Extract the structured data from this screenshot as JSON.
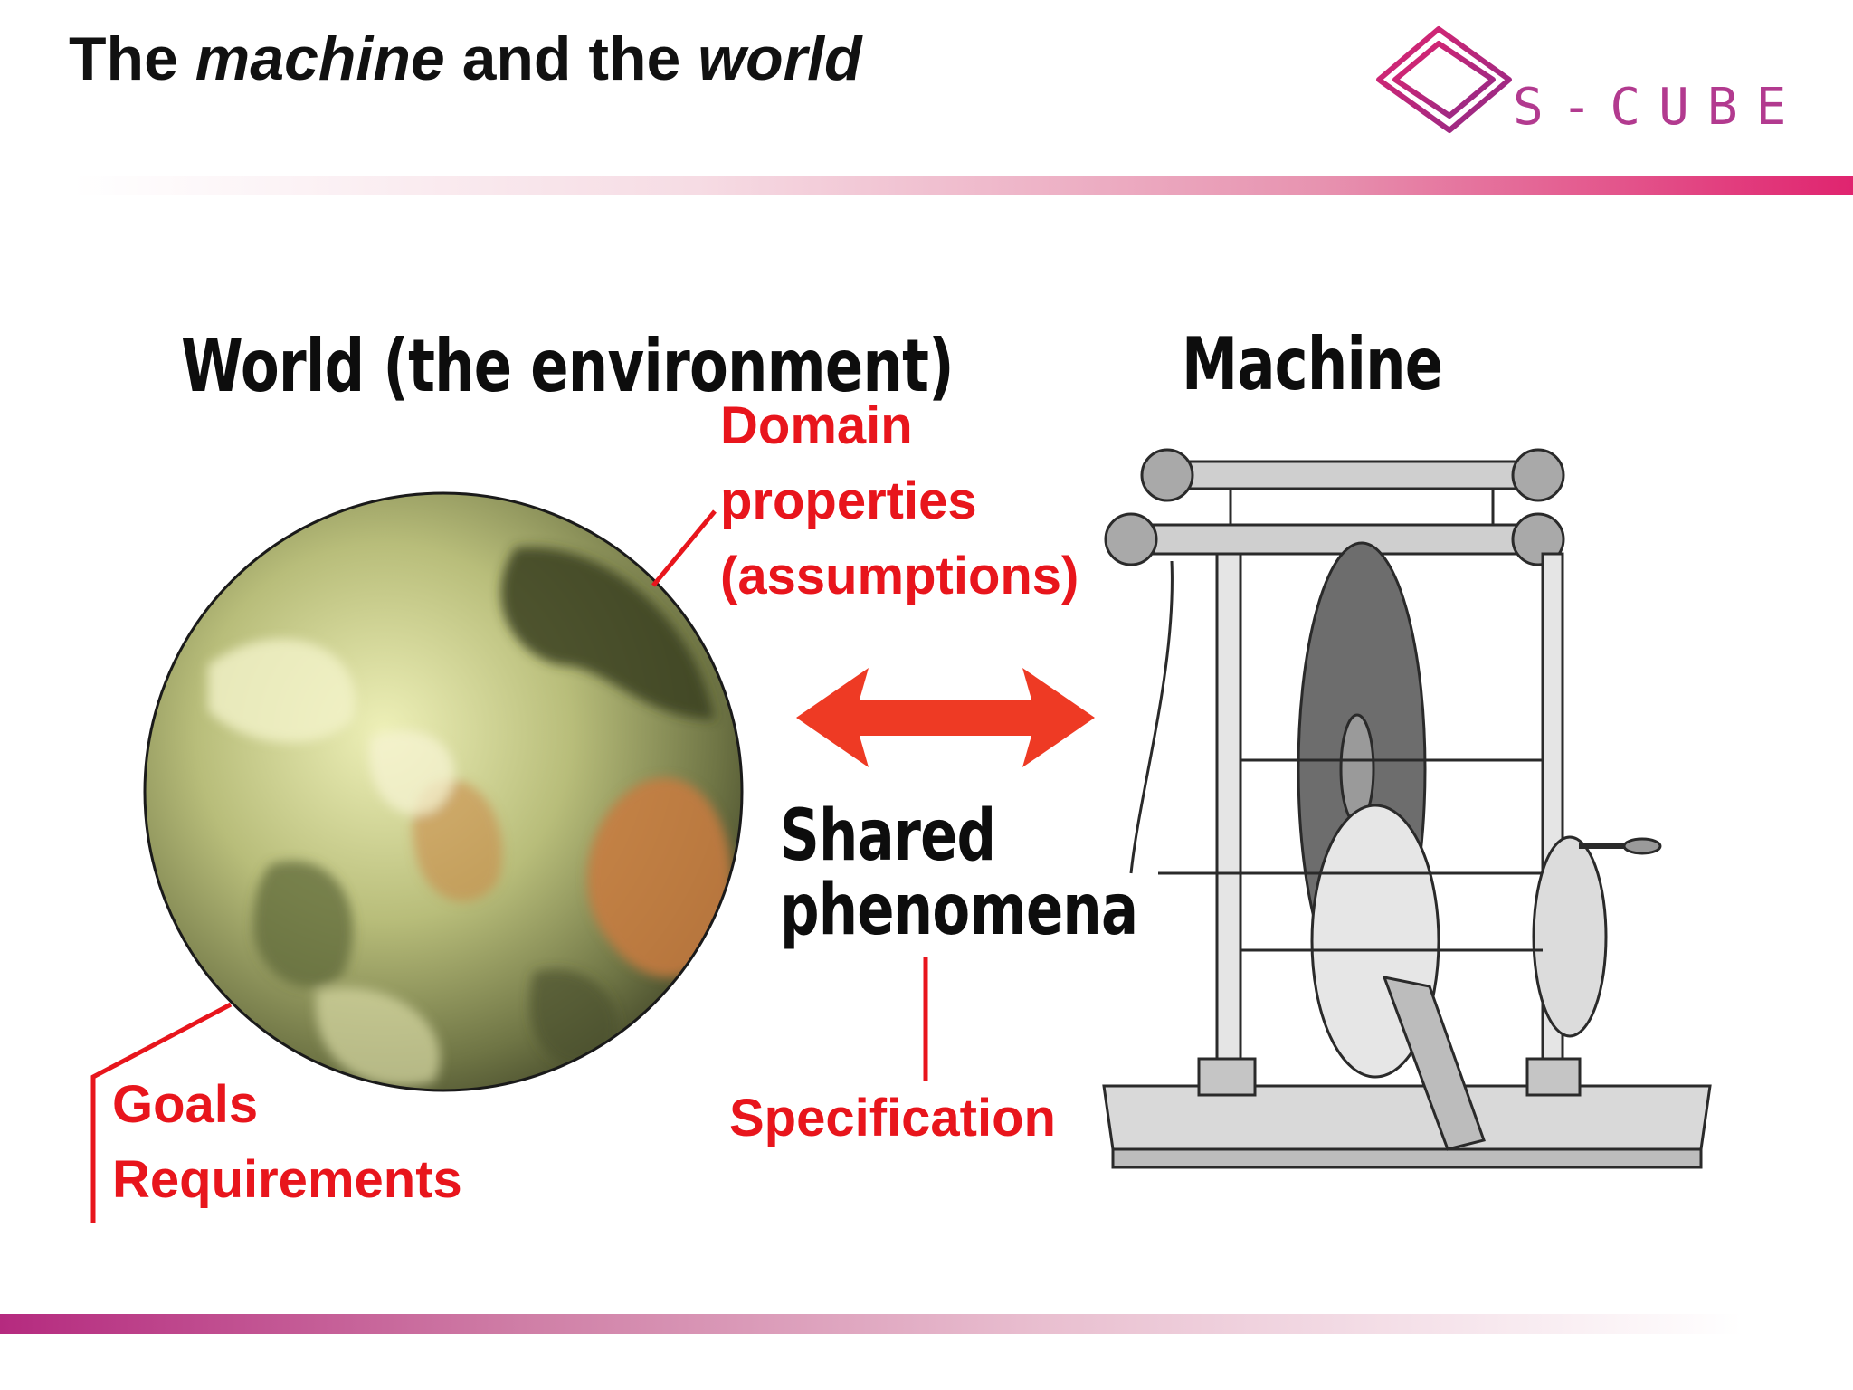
{
  "slide": {
    "title_parts": [
      {
        "text": "The ",
        "italic": false
      },
      {
        "text": "machine",
        "italic": true
      },
      {
        "text": " and the ",
        "italic": false
      },
      {
        "text": "world",
        "italic": true
      }
    ],
    "logo_text": "S-CUBE"
  },
  "diagram": {
    "world_heading": "World (the environment)",
    "machine_heading": "Machine",
    "shared_line1": "Shared",
    "shared_line2": "phenomena",
    "domain_line1": "Domain",
    "domain_line2": "properties",
    "domain_line3": "(assumptions)",
    "goals_line1": "Goals",
    "goals_line2": "Requirements",
    "specification": "Specification"
  },
  "colors": {
    "label_red": "#e8151c",
    "brand_magenta": "#b23a8f",
    "arrow_red": "#ee3a24"
  },
  "icons": {
    "world": "earth-globe-image",
    "machine": "electrostatic-machine-engraving",
    "relation": "double-headed-arrow"
  }
}
